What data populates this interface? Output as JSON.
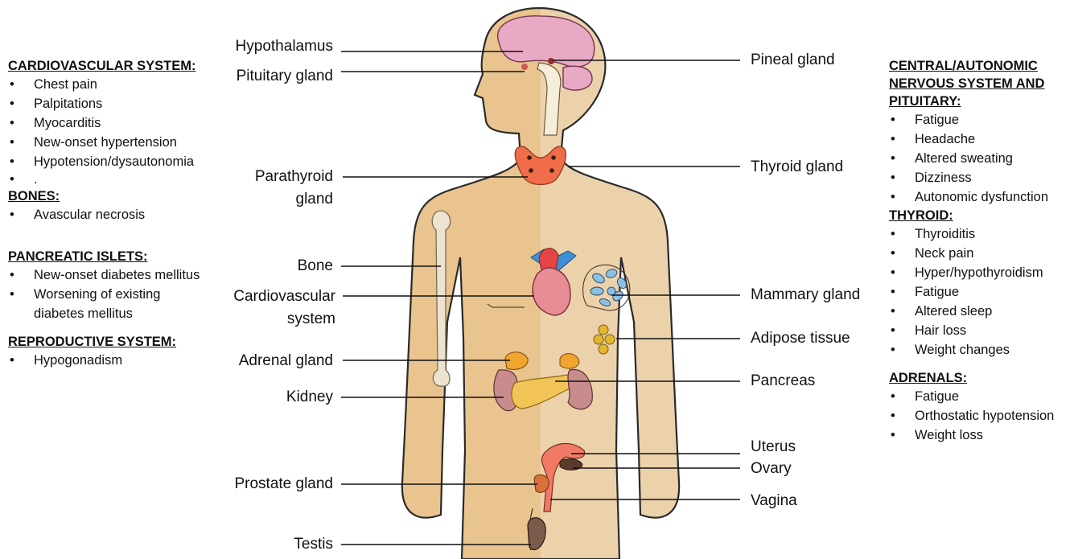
{
  "left_panel": {
    "sections": [
      {
        "title": "CARDIOVASCULAR SYSTEM:",
        "items": [
          "Chest pain",
          "Palpitations",
          "Myocarditis",
          "New-onset hypertension",
          "Hypotension/dysautonomia",
          "."
        ]
      },
      {
        "title": "BONES:",
        "items": [
          "Avascular necrosis"
        ]
      },
      {
        "title": "PANCREATIC ISLETS:",
        "items": [
          "New-onset diabetes mellitus",
          "Worsening of existing diabetes mellitus"
        ]
      },
      {
        "title": "REPRODUCTIVE SYSTEM:",
        "items": [
          "Hypogonadism"
        ]
      }
    ]
  },
  "right_panel": {
    "sections": [
      {
        "title": "CENTRAL/AUTONOMIC NERVOUS SYSTEM AND PITUITARY:",
        "items": [
          "Fatigue",
          "Headache",
          "Altered sweating",
          "Dizziness",
          "Autonomic dysfunction"
        ]
      },
      {
        "title": "THYROID:",
        "items": [
          "Thyroiditis",
          "Neck pain",
          "Hyper/hypothyroidism",
          "Fatigue",
          "Altered sleep",
          "Hair loss",
          "Weight changes"
        ]
      },
      {
        "title": "ADRENALS:",
        "items": [
          "Fatigue",
          "Orthostatic hypotension",
          "Weight loss"
        ]
      }
    ]
  },
  "labels_left": {
    "hypothalamus": "Hypothalamus",
    "pituitary": "Pituitary gland",
    "parathyroid_1": "Parathyroid",
    "parathyroid_2": "gland",
    "bone": "Bone",
    "cardio_1": "Cardiovascular",
    "cardio_2": "system",
    "adrenal": "Adrenal gland",
    "kidney": "Kidney",
    "prostate": "Prostate gland",
    "testis": "Testis"
  },
  "labels_right": {
    "pineal": "Pineal gland",
    "thyroid": "Thyroid gland",
    "mammary": "Mammary gland",
    "adipose": "Adipose tissue",
    "pancreas": "Pancreas",
    "uterus": "Uterus",
    "ovary": "Ovary",
    "vagina": "Vagina"
  },
  "colors": {
    "body_left": "#e9c48f",
    "body_right": "#ecd2ab",
    "outline": "#2a2a2a",
    "brain": "#e7a9c4",
    "thyroid": "#ef6d48",
    "heart": "#e88c95",
    "vessel_red": "#e64545",
    "vessel_blue": "#3f8fd6",
    "mammary": "#8ebfe0",
    "adipose": "#e3b62f",
    "adrenal": "#f0a52f",
    "kidney": "#c98c8c",
    "pancreas": "#f2c457",
    "uterus": "#f07a66",
    "testis": "#7a5a4a"
  }
}
